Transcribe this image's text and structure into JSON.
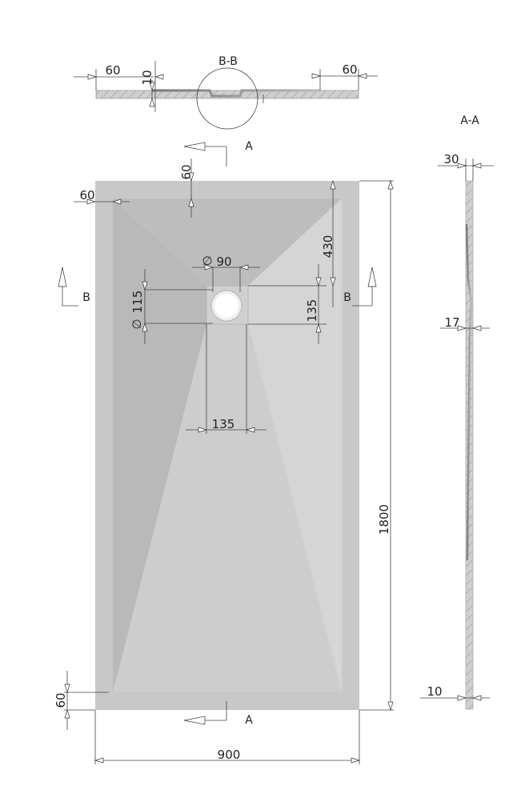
{
  "section_labels": {
    "bb": "B-B",
    "aa": "A-A"
  },
  "cut_labels": {
    "a_top": "A",
    "a_bottom": "A",
    "b_left": "B",
    "b_right": "B"
  },
  "dimensions": {
    "bb_left_60": "60",
    "bb_thickness_10": "10",
    "bb_right_60": "60",
    "top_60": "60",
    "left_60": "60",
    "drain_dia_90": "90",
    "drain_430": "430",
    "drain_dia_115": "115",
    "drain_135_v": "135",
    "drain_135_h": "135",
    "length_1800": "1800",
    "bottom_60": "60",
    "width_900": "900",
    "aa_30": "30",
    "aa_17": "17",
    "aa_10": "10"
  },
  "symbols": {
    "diameter": "∅"
  },
  "colors": {
    "tray_border": "#c6c6c6",
    "tray_left": "#b7b7b7",
    "tray_mid": "#cdcdcd",
    "tray_right": "#d6d6d6",
    "tray_top": "#bdbdbd"
  }
}
